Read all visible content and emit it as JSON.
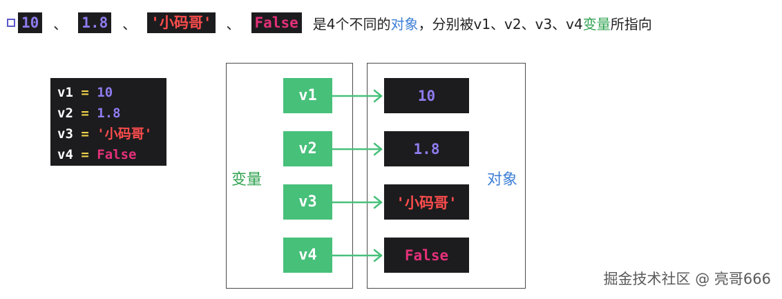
{
  "header": {
    "chip1": "10",
    "sep1": "、",
    "chip2": "1.8",
    "sep2": "、",
    "chip3": "'小码哥'",
    "sep3": "、",
    "chip4": "False",
    "text1": "是4个不同的",
    "blue": "对象",
    "text2": "，分别被v1、v2、v3、v4",
    "green": "变量",
    "text3": "所指向"
  },
  "code": [
    {
      "var": "v1",
      "eq": "=",
      "val": "10",
      "color": "#8f7cf0"
    },
    {
      "var": "v2",
      "eq": "=",
      "val": "1.8",
      "color": "#8f7cf0"
    },
    {
      "var": "v3",
      "eq": "=",
      "val": "'小码哥'",
      "color": "#ff4d4d"
    },
    {
      "var": "v4",
      "eq": "=",
      "val": "False",
      "color": "#e5307a"
    }
  ],
  "diagram": {
    "vars_label": "变量",
    "objs_label": "对象",
    "variables": [
      "v1",
      "v2",
      "v3",
      "v4"
    ],
    "objects": [
      {
        "text": "10",
        "color": "#8f7cf0"
      },
      {
        "text": "1.8",
        "color": "#8f7cf0"
      },
      {
        "text": "'小码哥'",
        "color": "#ff4d4d"
      },
      {
        "text": "False",
        "color": "#e5307a"
      }
    ]
  },
  "colors": {
    "variable_green": "#47c07a",
    "arrow_green": "#47c07a",
    "object_bg": "#1c1c1e",
    "blue_text": "#3d7fd6"
  },
  "watermark": "掘金技术社区 @ 亮哥666"
}
